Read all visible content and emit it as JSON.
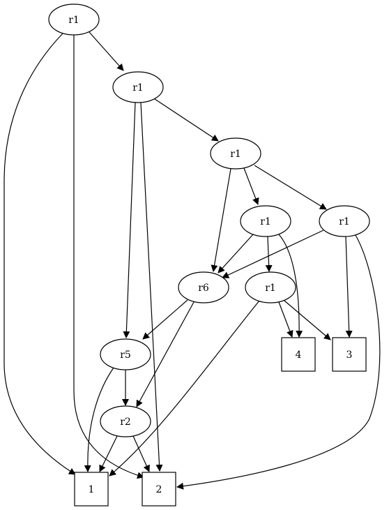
{
  "graph": {
    "nodes": [
      {
        "id": "n1",
        "label": "r1",
        "shape": "ellipse"
      },
      {
        "id": "n2",
        "label": "r1",
        "shape": "ellipse"
      },
      {
        "id": "n3",
        "label": "r1",
        "shape": "ellipse"
      },
      {
        "id": "n4",
        "label": "r1",
        "shape": "ellipse"
      },
      {
        "id": "n5",
        "label": "r1",
        "shape": "ellipse"
      },
      {
        "id": "n6",
        "label": "r6",
        "shape": "ellipse"
      },
      {
        "id": "n7",
        "label": "r1",
        "shape": "ellipse"
      },
      {
        "id": "n8",
        "label": "r5",
        "shape": "ellipse"
      },
      {
        "id": "n9",
        "label": "r2",
        "shape": "ellipse"
      },
      {
        "id": "b4",
        "label": "4",
        "shape": "box"
      },
      {
        "id": "b3",
        "label": "3",
        "shape": "box"
      },
      {
        "id": "b1",
        "label": "1",
        "shape": "box"
      },
      {
        "id": "b2",
        "label": "2",
        "shape": "box"
      }
    ],
    "edges": [
      {
        "from": "n1",
        "to": "n2"
      },
      {
        "from": "n1",
        "to": "b1"
      },
      {
        "from": "n1",
        "to": "b2"
      },
      {
        "from": "n2",
        "to": "n3"
      },
      {
        "from": "n2",
        "to": "n8"
      },
      {
        "from": "n2",
        "to": "b2"
      },
      {
        "from": "n3",
        "to": "n4"
      },
      {
        "from": "n3",
        "to": "n5"
      },
      {
        "from": "n3",
        "to": "n6"
      },
      {
        "from": "n4",
        "to": "n6"
      },
      {
        "from": "n4",
        "to": "n7"
      },
      {
        "from": "n4",
        "to": "b4"
      },
      {
        "from": "n5",
        "to": "n6"
      },
      {
        "from": "n5",
        "to": "b3"
      },
      {
        "from": "n5",
        "to": "b2"
      },
      {
        "from": "n6",
        "to": "n8"
      },
      {
        "from": "n6",
        "to": "n9"
      },
      {
        "from": "n7",
        "to": "b4"
      },
      {
        "from": "n7",
        "to": "b3"
      },
      {
        "from": "n7",
        "to": "b1"
      },
      {
        "from": "n8",
        "to": "n9"
      },
      {
        "from": "n8",
        "to": "b1"
      },
      {
        "from": "n9",
        "to": "b1"
      },
      {
        "from": "n9",
        "to": "b2"
      }
    ]
  }
}
